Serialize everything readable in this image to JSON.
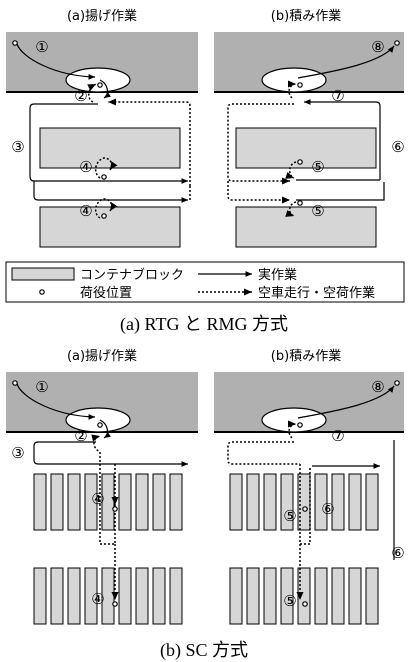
{
  "top": {
    "unload_title": "(a)揚げ作業",
    "load_title": "(b)積み作業",
    "caption": "(a)   RTG と RMG 方式"
  },
  "bottom": {
    "unload_title": "(a)揚げ作業",
    "load_title": "(b)積み作業",
    "caption": "(b)  SC 方式"
  },
  "legend": {
    "block": "コンテナブロック",
    "point": "荷役位置",
    "actual": "実作業",
    "empty": "空車走行・空荷作業"
  },
  "steps": {
    "s1": "①",
    "s2": "②",
    "s3": "③",
    "s4": "④",
    "s5": "⑤",
    "s6": "⑥",
    "s7": "⑦",
    "s8": "⑧"
  }
}
